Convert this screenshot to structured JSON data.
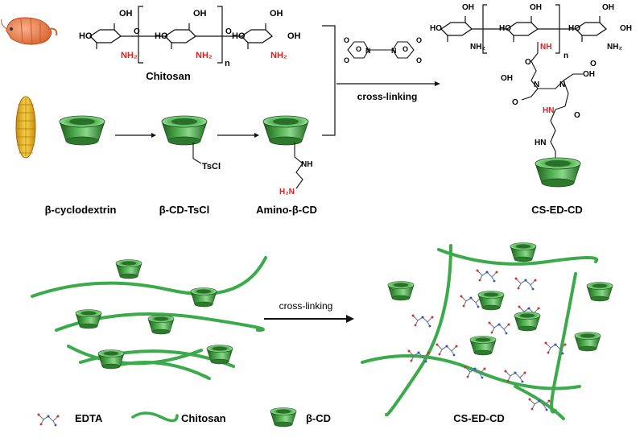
{
  "colors": {
    "cd_green": "#2f8a2f",
    "cd_dark": "#1d5d1d",
    "cd_light": "#6cc36c",
    "chitosan_green": "#3aaa4a",
    "amine_red": "#e02020",
    "bond": "#111111"
  },
  "top": {
    "chitosan_label": "Chitosan",
    "repeat_n": "n",
    "nh2": "NH₂",
    "ho": "HO",
    "oh": "OH",
    "o": "O",
    "n": "N",
    "ring_o": "O",
    "beta_cyclodextrin_label": "β-cyclodextrin",
    "cd_tscl_label": "β-CD-TsCl",
    "tscl_group": "TsCl",
    "amino_cd_label": "Amino-β-CD",
    "nh": "NH",
    "h2n": "H₂N",
    "crosslinking_label": "cross-linking",
    "product_label": "CS-ED-CD",
    "product_nh": "NH",
    "product_hn": "HN",
    "product_oh": "OH",
    "product_hooc_ho": "HO",
    "product_o": "O"
  },
  "bottom": {
    "crosslinking_label": "cross-linking",
    "product_label": "CS-ED-CD"
  },
  "legend": [
    {
      "key": "edta",
      "label": "EDTA",
      "icon": "edta-molecule-icon"
    },
    {
      "key": "chitosan",
      "label": "Chitosan",
      "icon": "chitosan-strand-icon"
    },
    {
      "key": "bcd",
      "label": "β-CD",
      "icon": "cyclodextrin-cone-icon"
    }
  ]
}
